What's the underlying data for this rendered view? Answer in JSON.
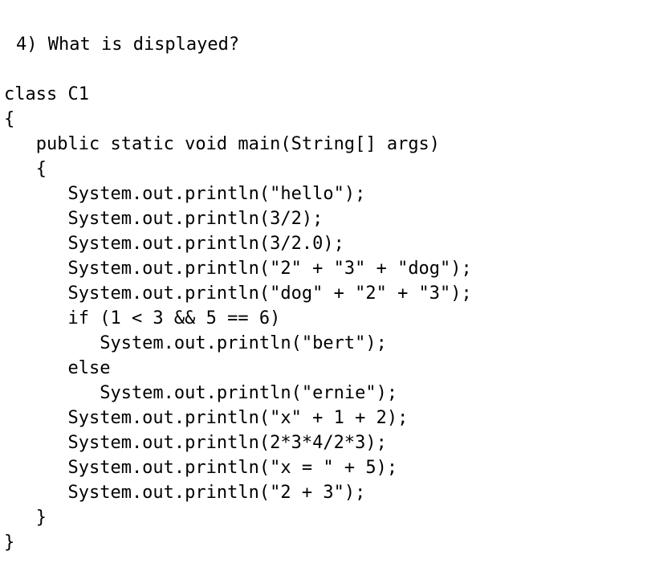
{
  "question": {
    "text": "4) What is displayed?"
  },
  "code": {
    "lines": [
      "class C1",
      "{",
      "   public static void main(String[] args)",
      "   {",
      "      System.out.println(\"hello\");",
      "      System.out.println(3/2);",
      "      System.out.println(3/2.0);",
      "      System.out.println(\"2\" + \"3\" + \"dog\");",
      "      System.out.println(\"dog\" + \"2\" + \"3\");",
      "      if (1 < 3 && 5 == 6)",
      "         System.out.println(\"bert\");",
      "      else",
      "         System.out.println(\"ernie\");",
      "      System.out.println(\"x\" + 1 + 2);",
      "      System.out.println(2*3*4/2*3);",
      "      System.out.println(\"x = \" + 5);",
      "      System.out.println(\"2 + 3\");",
      "   }",
      "}"
    ]
  }
}
